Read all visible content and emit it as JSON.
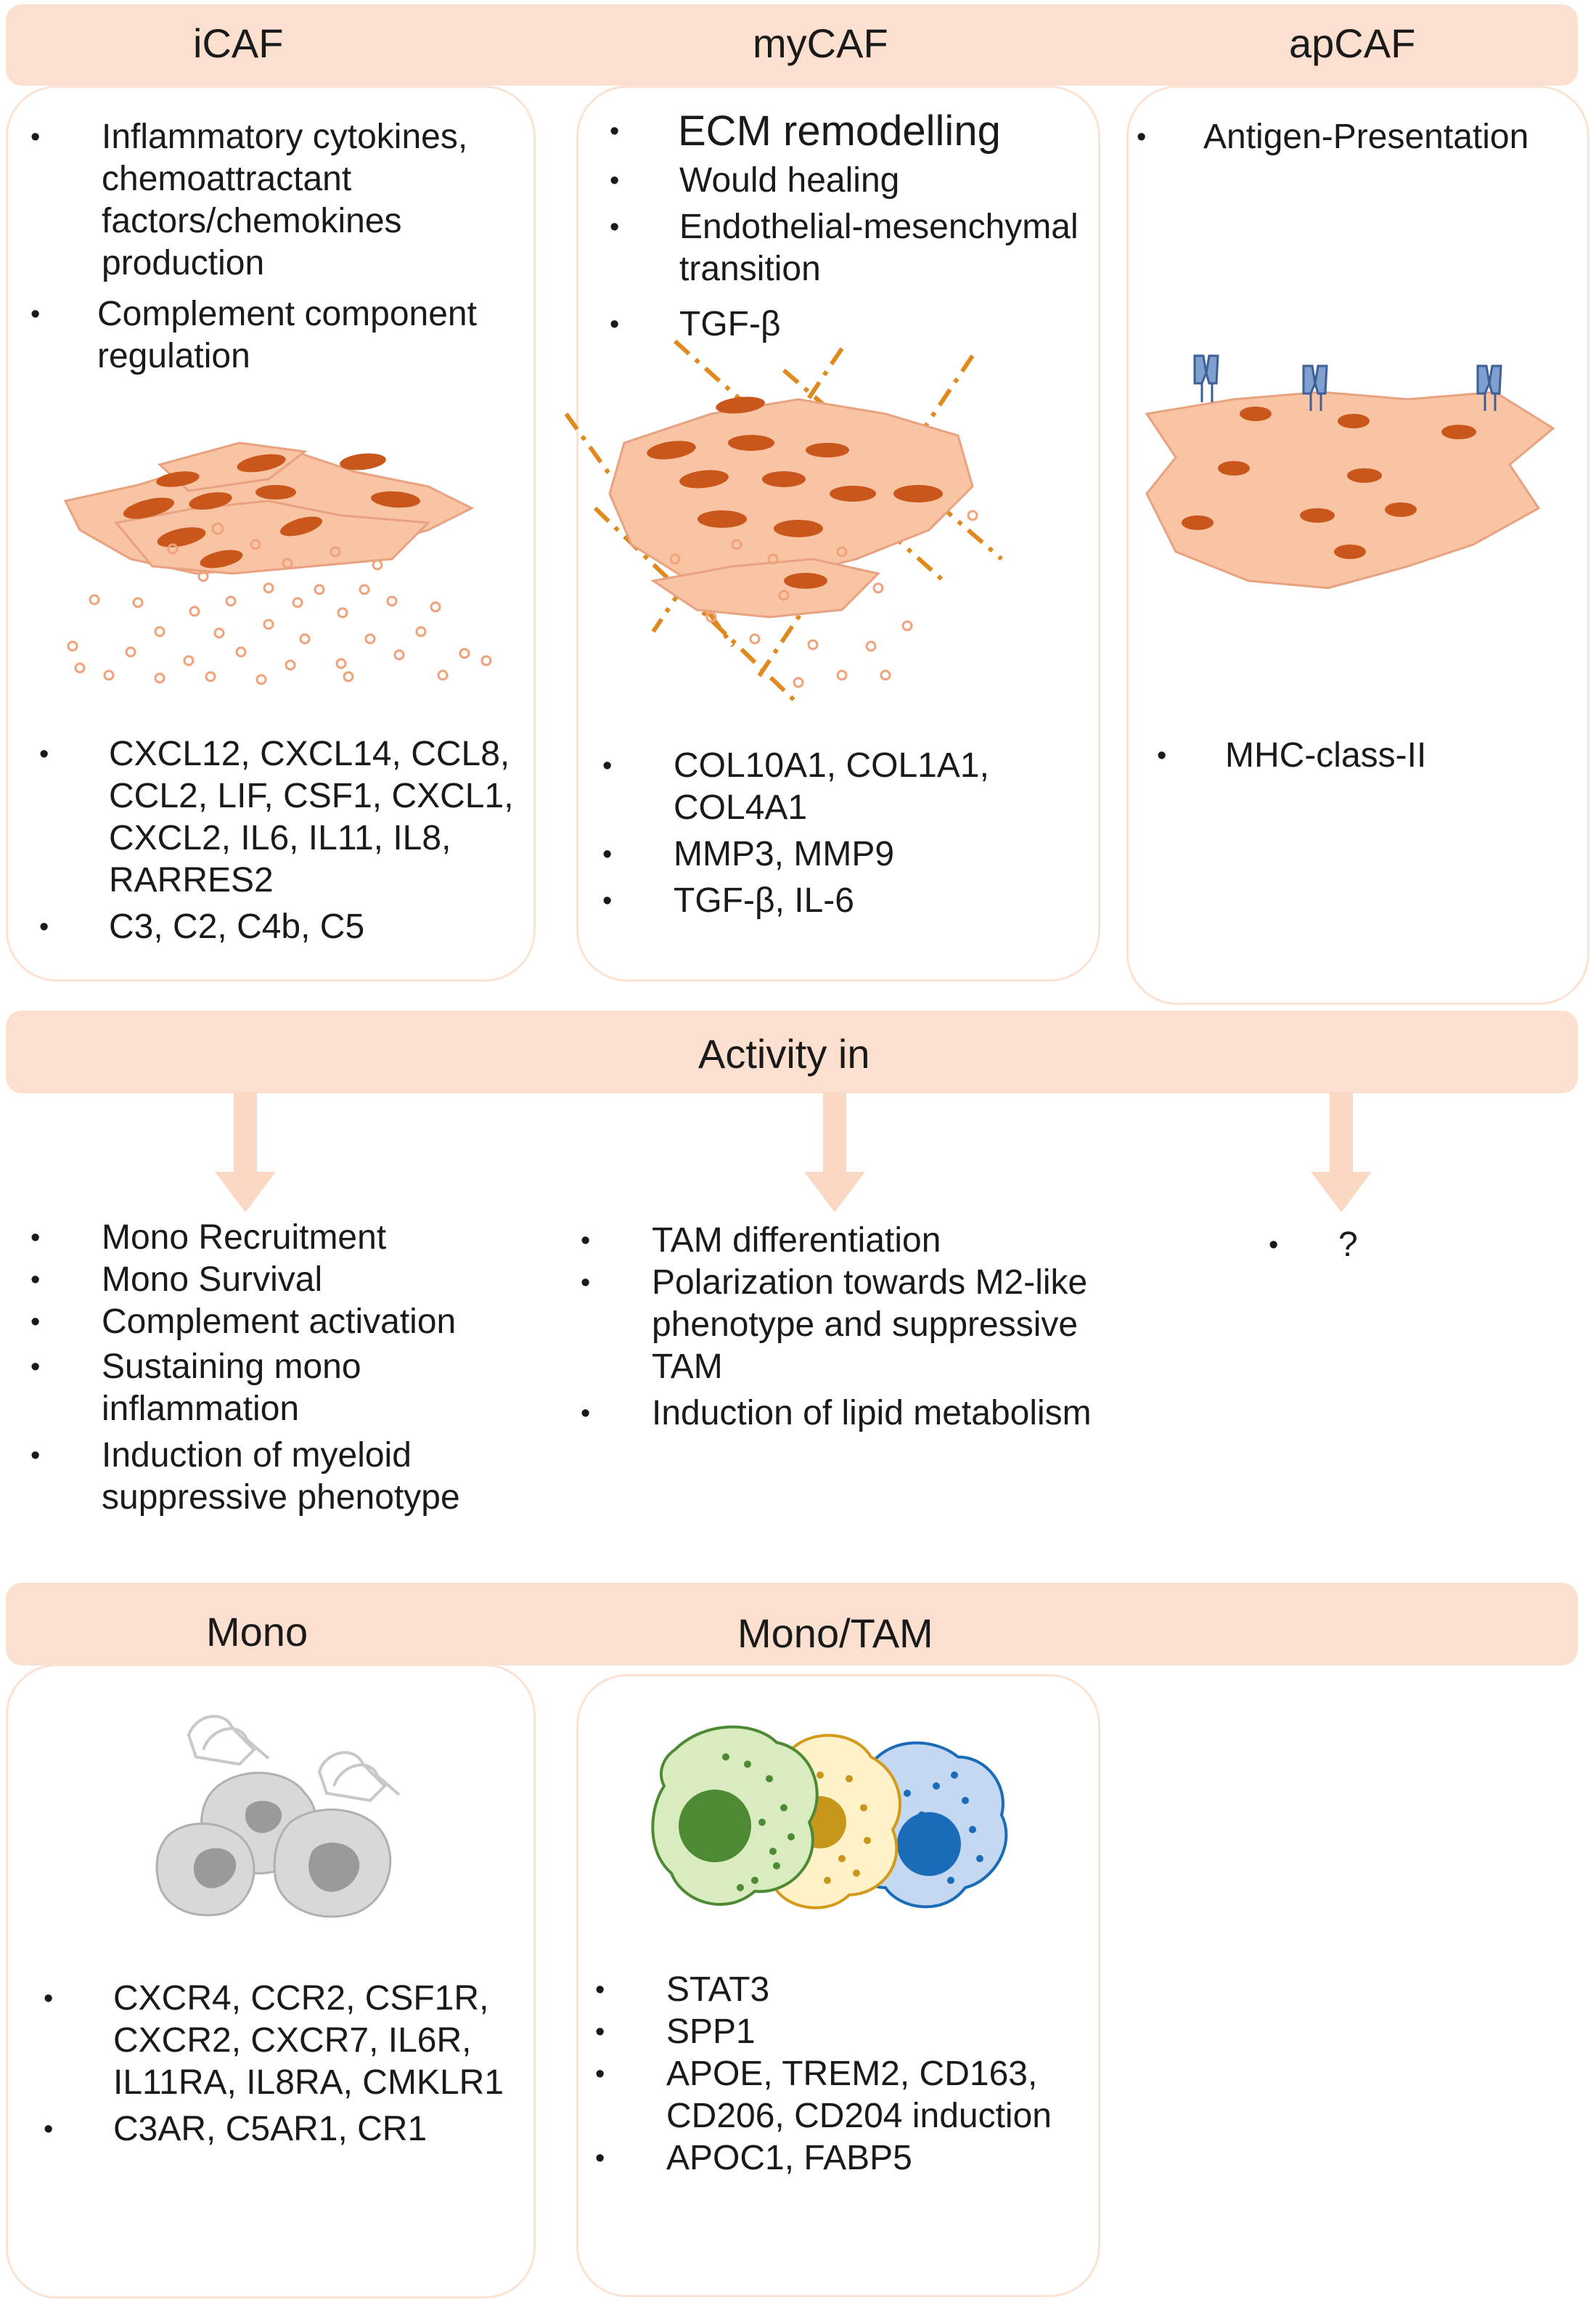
{
  "colors": {
    "band_fill": "#fbe0cf",
    "panel_border": "#fbe3d4",
    "caf_cell_fill": "#f8c4a4",
    "caf_nucleus": "#c9561a",
    "ecm_dash": "#e08a1e",
    "receptor_blue": "#7f9fcf",
    "mono_grey": "#d8d8d8",
    "tam_green": "#4e8a34",
    "tam_yellow": "#c8961a",
    "tam_blue": "#1a6bb8"
  },
  "header": {
    "icaf": "iCAF",
    "mycaf": "myCAF",
    "apcaf": "apCAF"
  },
  "icaf": {
    "functions": [
      "Inflammatory cytokines, chemoattractant factors/chemokines production",
      "Complement component regulation"
    ],
    "markers": [
      "CXCL12, CXCL14, CCL8, CCL2, LIF, CSF1, CXCL1, CXCL2, IL6, IL11, IL8, RARRES2",
      "C3, C2, C4b, C5"
    ]
  },
  "mycaf": {
    "functions": [
      "ECM remodelling",
      "Would healing",
      "Endothelial-mesenchymal transition",
      "TGF-β"
    ],
    "markers": [
      "COL10A1, COL1A1, COL4A1",
      "MMP3, MMP9",
      "TGF-β, IL-6"
    ]
  },
  "apcaf": {
    "functions": [
      "Antigen-Presentation"
    ],
    "markers": [
      "MHC-class-II"
    ]
  },
  "activity": {
    "title": "Activity in",
    "icaf": [
      "Mono Recruitment",
      "Mono Survival",
      "Complement activation",
      "Sustaining mono inflammation",
      "Induction of myeloid suppressive phenotype"
    ],
    "mycaf": [
      "TAM differentiation",
      "Polarization towards M2-like phenotype and suppressive TAM",
      "Induction of lipid metabolism"
    ],
    "apcaf": [
      "?"
    ]
  },
  "targets": {
    "mono": "Mono",
    "mono_tam": "Mono/TAM"
  },
  "mono": {
    "markers": [
      "CXCR4, CCR2, CSF1R, CXCR2, CXCR7, IL6R, IL11RA, IL8RA, CMKLR1",
      "C3AR, C5AR1, CR1"
    ]
  },
  "mono_tam": {
    "markers": [
      "STAT3",
      "SPP1",
      "APOE, TREM2, CD163, CD206, CD204 induction",
      "APOC1, FABP5"
    ]
  }
}
